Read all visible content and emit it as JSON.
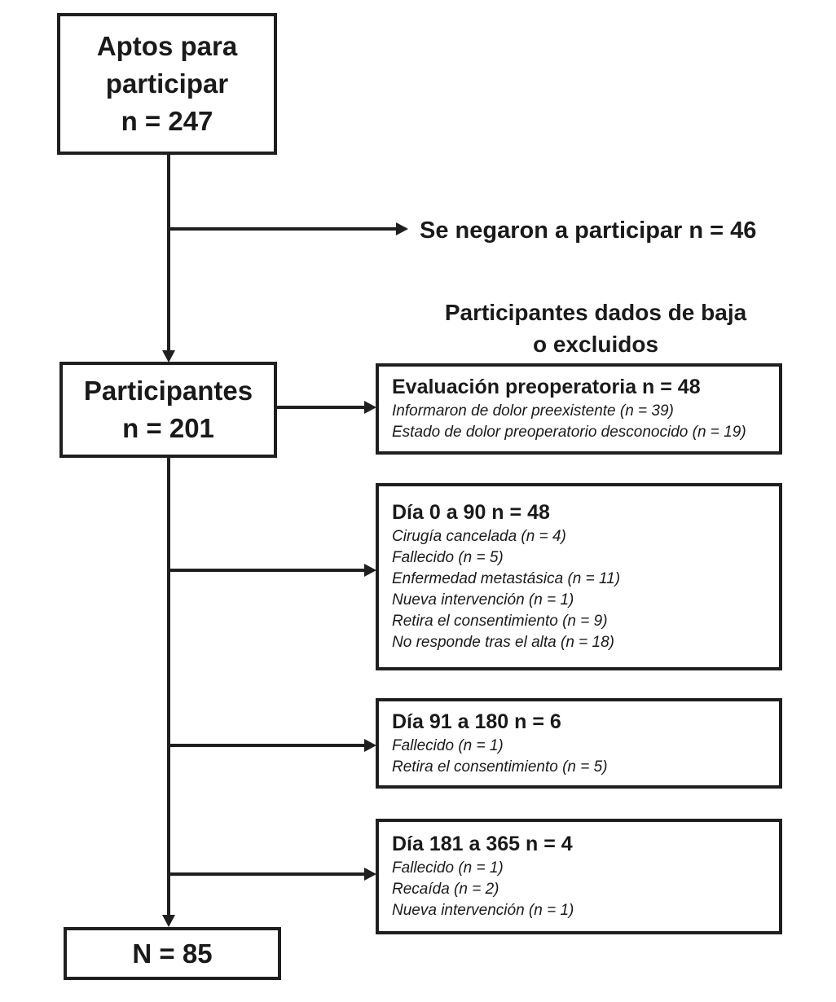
{
  "flowchart": {
    "eligible_box": {
      "lines": [
        "Aptos para",
        "participar",
        "n = 247"
      ]
    },
    "refused_label": "Se negaron a participar n = 46",
    "withdrawn_heading": {
      "lines": [
        "Participantes dados de baja",
        "o excluidos"
      ]
    },
    "participants_box": {
      "lines": [
        "Participantes",
        "n = 201"
      ]
    },
    "final_box": {
      "label": "N = 85"
    },
    "exclusion_boxes": [
      {
        "title": "Evaluación preoperatoria n = 48",
        "items": [
          "Informaron de dolor preexistente (n = 39)",
          "Estado de dolor preoperatorio desconocido (n = 19)"
        ]
      },
      {
        "title": "Día 0 a 90 n = 48",
        "items": [
          "Cirugía cancelada (n = 4)",
          "Fallecido (n = 5)",
          "Enfermedad metastásica (n = 11)",
          "Nueva intervención (n = 1)",
          "Retira el consentimiento (n = 9)",
          "No responde tras el alta (n = 18)"
        ]
      },
      {
        "title": "Día 91 a 180 n = 6",
        "items": [
          "Fallecido (n = 1)",
          "Retira el consentimiento (n = 5)"
        ]
      },
      {
        "title": "Día 181 a 365 n = 4",
        "items": [
          "Fallecido (n = 1)",
          "Recaída (n = 2)",
          "Nueva intervención (n = 1)"
        ]
      }
    ]
  },
  "colors": {
    "ink": "#1f1f1f",
    "background": "#ffffff"
  }
}
